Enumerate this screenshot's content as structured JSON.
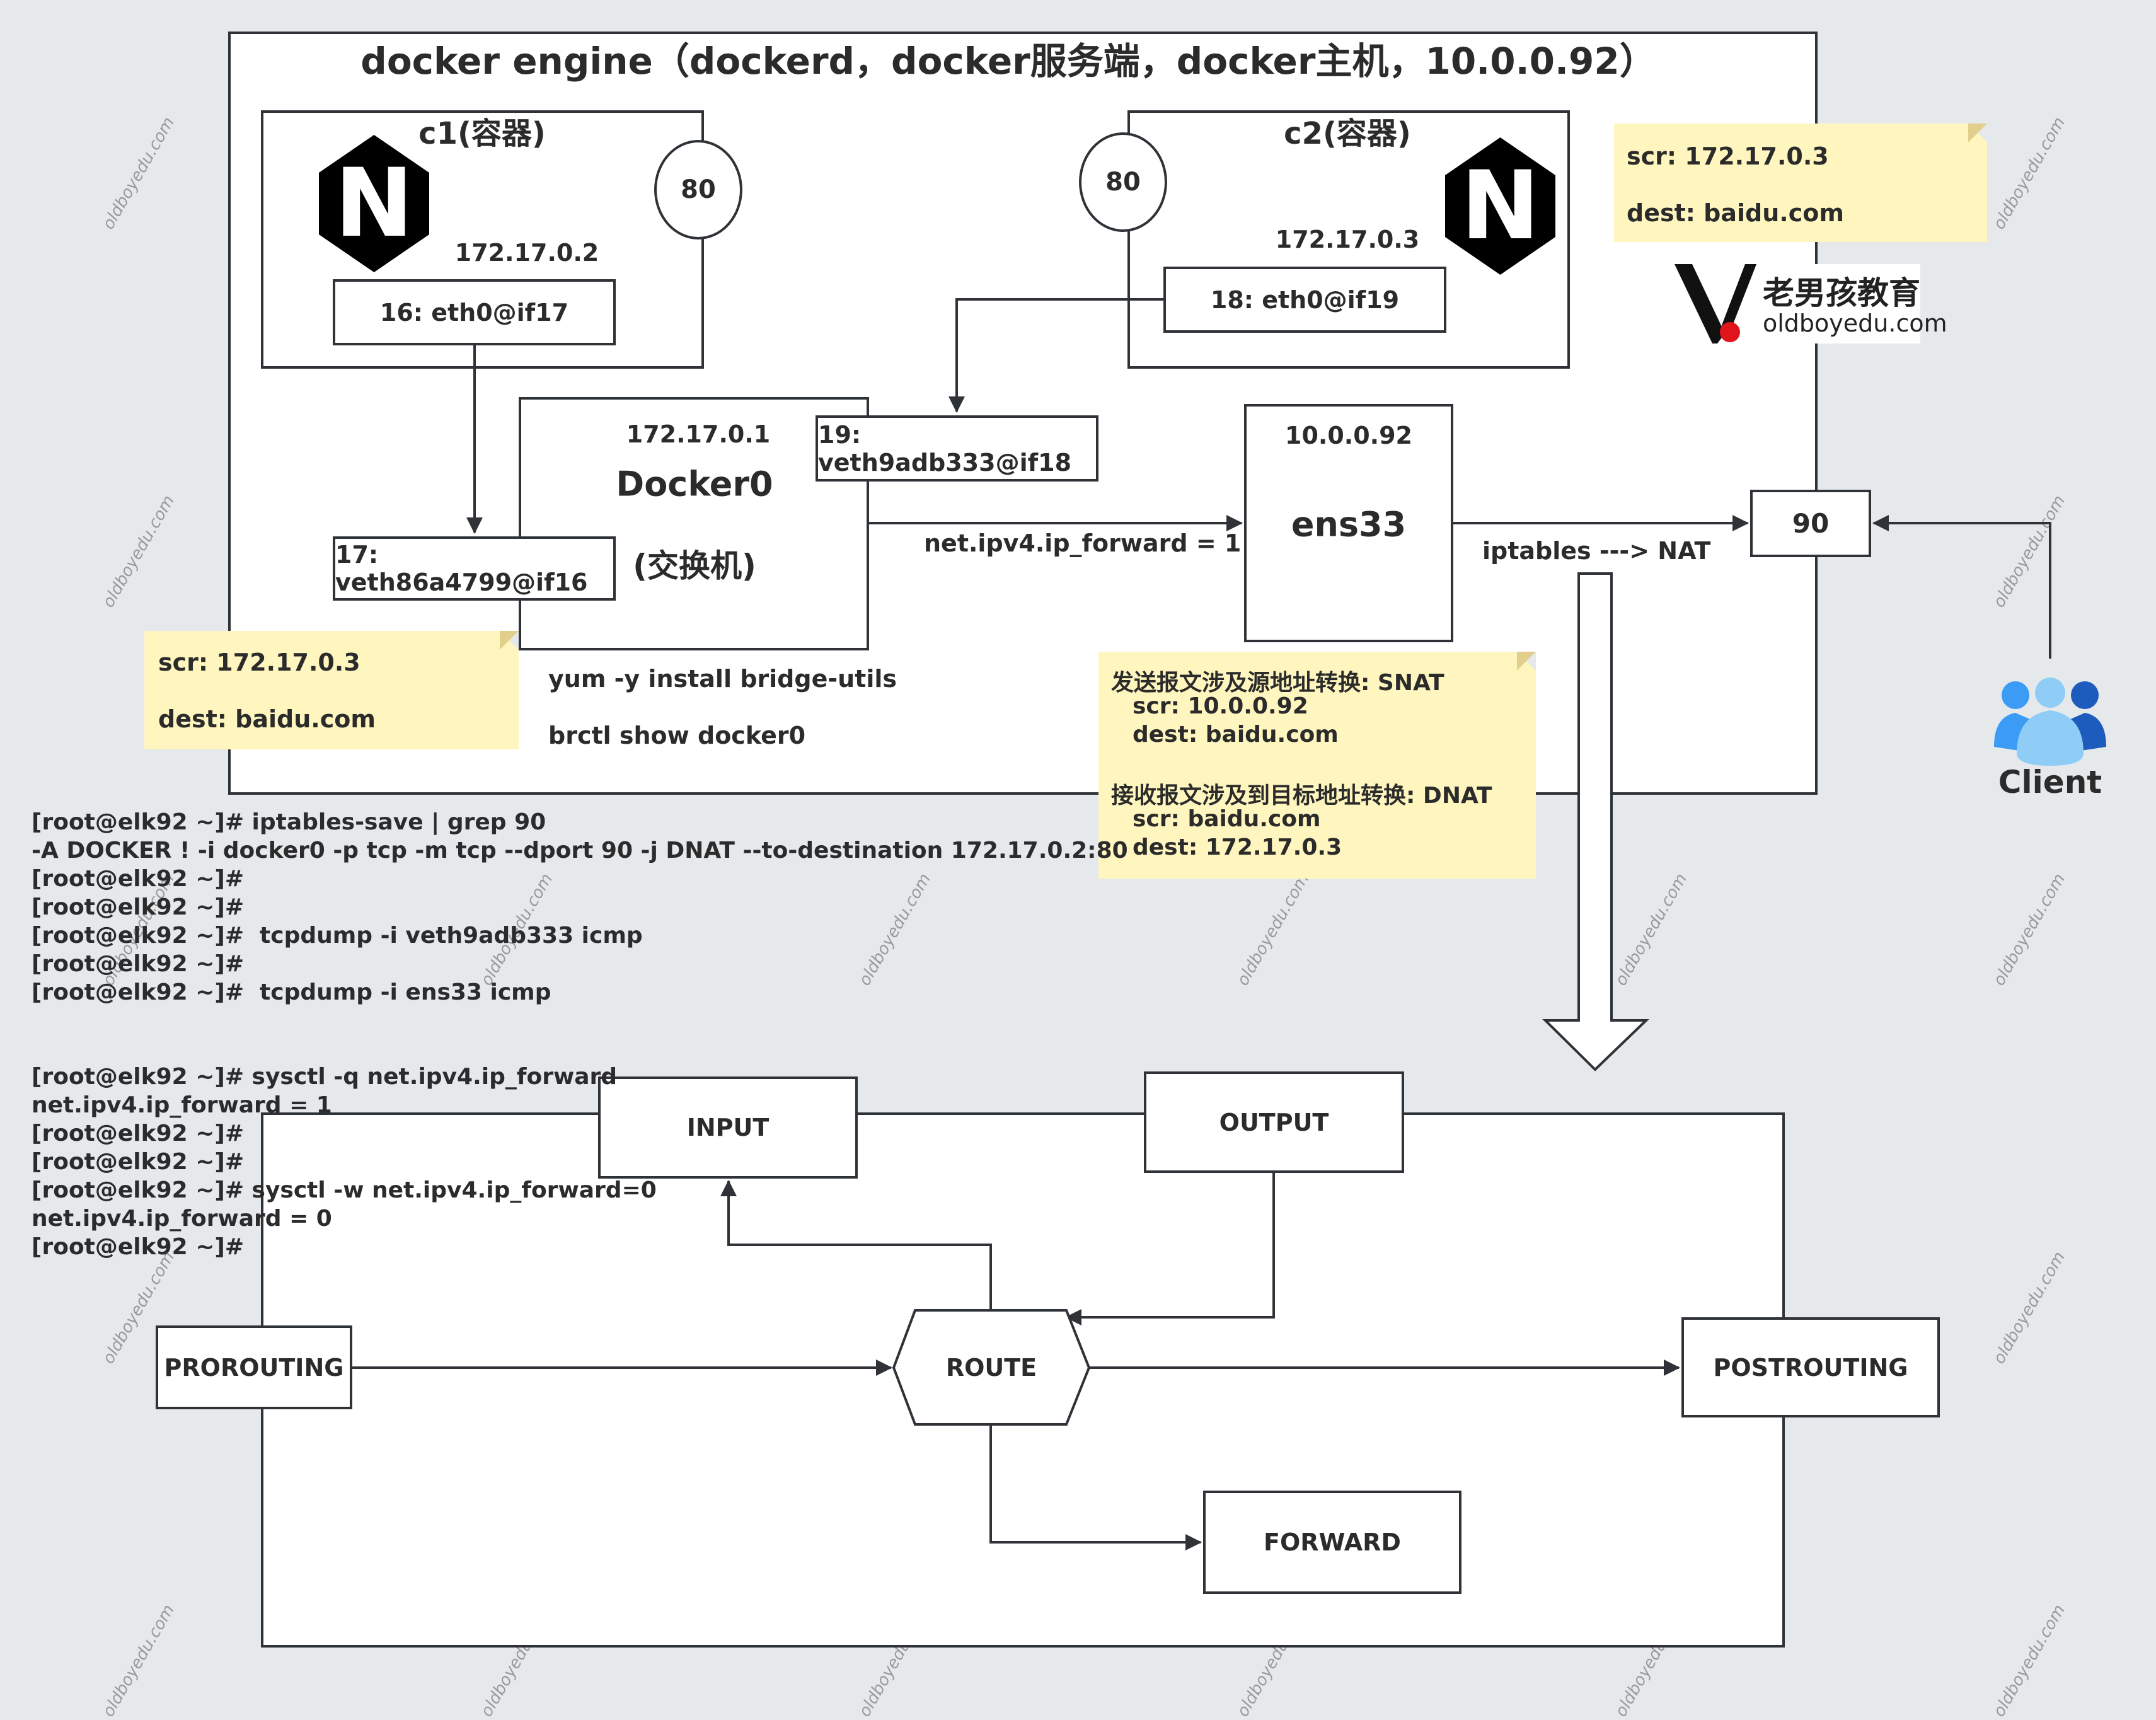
{
  "engine": {
    "title": "docker engine（dockerd，docker服务端，docker主机，10.0.0.92）"
  },
  "c1": {
    "title": "c1(容器)",
    "ip": "172.17.0.2",
    "port": "80",
    "iface": "16: eth0@if17",
    "logo_letter": "N"
  },
  "c2": {
    "title": "c2(容器)",
    "ip": "172.17.0.3",
    "port": "80",
    "iface": "18: eth0@if19",
    "logo_letter": "N"
  },
  "docker0": {
    "ip": "172.17.0.1",
    "name": "Docker0",
    "subtitle": "(交换机)",
    "veth_c2": "19: veth9adb333@if18",
    "veth_c1": "17: veth86a4799@if16",
    "cmd1": "yum -y install bridge-utils",
    "cmd2": "brctl show docker0"
  },
  "ens33": {
    "ip": "10.0.0.92",
    "name": "ens33"
  },
  "links": {
    "forward_label": "net.ipv4.ip_forward = 1",
    "nat_label": "iptables ---> NAT",
    "host_port": "90"
  },
  "client": {
    "label": "Client",
    "colors": [
      "#3b9bf5",
      "#8fcdf7",
      "#1d5cbd"
    ]
  },
  "notes": {
    "top_right": {
      "line1": "scr: 172.17.0.3",
      "line2": "dest: baidu.com"
    },
    "left": {
      "line1": "scr: 172.17.0.3",
      "line2": "dest: baidu.com"
    },
    "nat": {
      "snat_title": "发送报文涉及源地址转换: SNAT",
      "snat_src": "scr: 10.0.0.92",
      "snat_dest": "dest: baidu.com",
      "dnat_title": "接收报文涉及到目标地址转换: DNAT",
      "dnat_src": "scr: baidu.com",
      "dnat_dest": "dest: 172.17.0.3"
    }
  },
  "logo": {
    "cn": "老男孩教育",
    "en": "oldboyedu.com"
  },
  "terminal1": [
    "[root@elk92 ~]# iptables-save | grep 90",
    "-A DOCKER ! -i docker0 -p tcp -m tcp --dport 90 -j DNAT --to-destination 172.17.0.2:80",
    "[root@elk92 ~]#",
    "[root@elk92 ~]#",
    "[root@elk92 ~]#  tcpdump -i veth9adb333 icmp",
    "[root@elk92 ~]#",
    "[root@elk92 ~]#  tcpdump -i ens33 icmp"
  ],
  "terminal2": [
    "[root@elk92 ~]# sysctl -q net.ipv4.ip_forward",
    "net.ipv4.ip_forward = 1",
    "[root@elk92 ~]#",
    "[root@elk92 ~]#",
    "[root@elk92 ~]# sysctl -w net.ipv4.ip_forward=0",
    "net.ipv4.ip_forward = 0",
    "[root@elk92 ~]#"
  ],
  "netfilter": {
    "prerouting": "PROROUTING",
    "input": "INPUT",
    "output": "OUTPUT",
    "route": "ROUTE",
    "forward": "FORWARD",
    "postrouting": "POSTROUTING"
  },
  "watermark": "oldboyedu.com"
}
